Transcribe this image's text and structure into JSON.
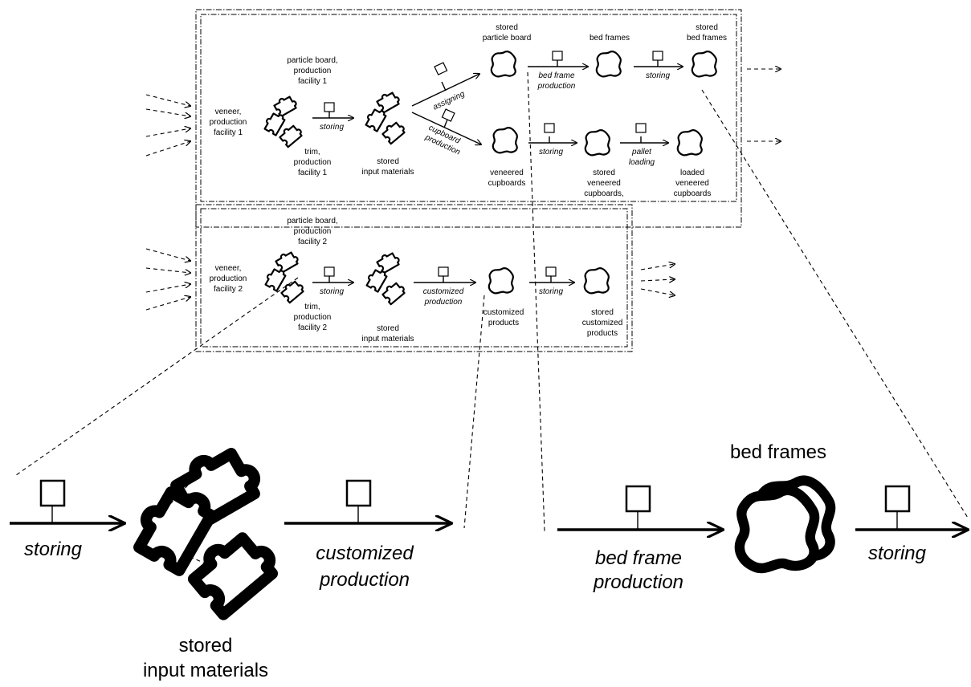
{
  "facility1": {
    "veneer": [
      "veneer,",
      "production",
      "facility 1"
    ],
    "particle_board": [
      "particle board,",
      "production",
      "facility 1"
    ],
    "trim": [
      "trim,",
      "production",
      "facility 1"
    ],
    "storing": "storing",
    "stored_input": [
      "stored",
      "input materials"
    ],
    "assigning": "assigning",
    "cupboard_production": [
      "cupboard",
      "production"
    ],
    "stored_particle_board": [
      "stored",
      "particle board"
    ],
    "bed_frame_production": [
      "bed frame",
      "production"
    ],
    "bed_frames": "bed frames",
    "storing2": "storing",
    "stored_bed_frames": [
      "stored",
      "bed frames"
    ],
    "veneered_cupboards": [
      "veneered",
      "cupboards"
    ],
    "storing3": "storing",
    "stored_veneered_cupboards": [
      "stored",
      "veneered",
      "cupboards,"
    ],
    "pallet_loading": [
      "pallet",
      "loading"
    ],
    "loaded_veneered_cupboards": [
      "loaded",
      "veneered",
      "cupboards"
    ]
  },
  "facility2": {
    "particle_board": [
      "particle board,",
      "production",
      "facility 2"
    ],
    "veneer": [
      "veneer,",
      "production",
      "facility 2"
    ],
    "trim": [
      "trim,",
      "production",
      "facility 2"
    ],
    "storing": "storing",
    "stored_input": [
      "stored",
      "input materials"
    ],
    "customized_production": [
      "customized",
      "production"
    ],
    "customized_products": [
      "customized",
      "products"
    ],
    "storing2": "storing",
    "stored_customized_products": [
      "stored",
      "customized",
      "products"
    ]
  },
  "zoom": {
    "storing": "storing",
    "stored_input": [
      "stored",
      "input materials"
    ],
    "customized_production": [
      "customized",
      "production"
    ],
    "bed_frame_production": [
      "bed frame",
      "production"
    ],
    "bed_frames": "bed frames",
    "storing2": "storing"
  }
}
